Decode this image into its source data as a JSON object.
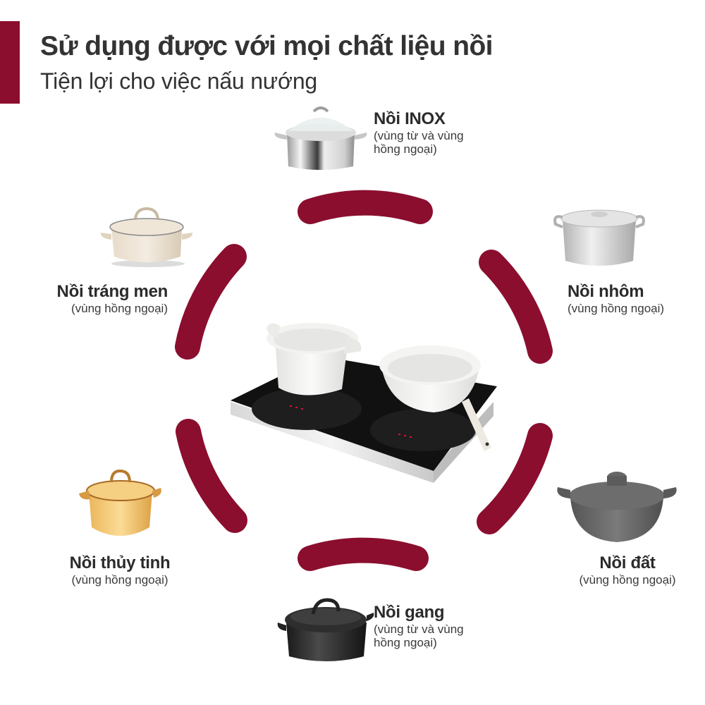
{
  "header": {
    "title": "Sử dụng được với mọi chất liệu nồi",
    "subtitle": "Tiện lợi cho việc nấu nướng"
  },
  "colors": {
    "accent": "#8b0e2f",
    "text": "#333333",
    "background": "#ffffff"
  },
  "center": {
    "image": "induction-cooktop-with-two-white-pots-icon"
  },
  "pots": [
    {
      "id": "inox",
      "name": "Nồi INOX",
      "note_line1": "(vùng từ và vùng",
      "note_line2": "hồng ngoại)",
      "icon": "stainless-steel-pot-icon"
    },
    {
      "id": "nhom",
      "name": "Nồi nhôm",
      "note_line1": "(vùng hồng ngoại)",
      "icon": "aluminum-pot-icon"
    },
    {
      "id": "dat",
      "name": "Nồi đất",
      "note_line1": "(vùng hồng ngoại)",
      "icon": "clay-pot-icon"
    },
    {
      "id": "gang",
      "name": "Nồi gang",
      "note_line1": "(vùng từ và vùng",
      "note_line2": "hồng ngoại)",
      "icon": "cast-iron-pot-icon"
    },
    {
      "id": "thuy-tinh",
      "name": "Nồi thủy tinh",
      "note_line1": "(vùng hồng ngoại)",
      "icon": "glass-pot-icon"
    },
    {
      "id": "trang-men",
      "name": "Nồi tráng men",
      "note_line1": "(vùng hồng ngoại)",
      "icon": "enamel-pot-icon"
    }
  ]
}
